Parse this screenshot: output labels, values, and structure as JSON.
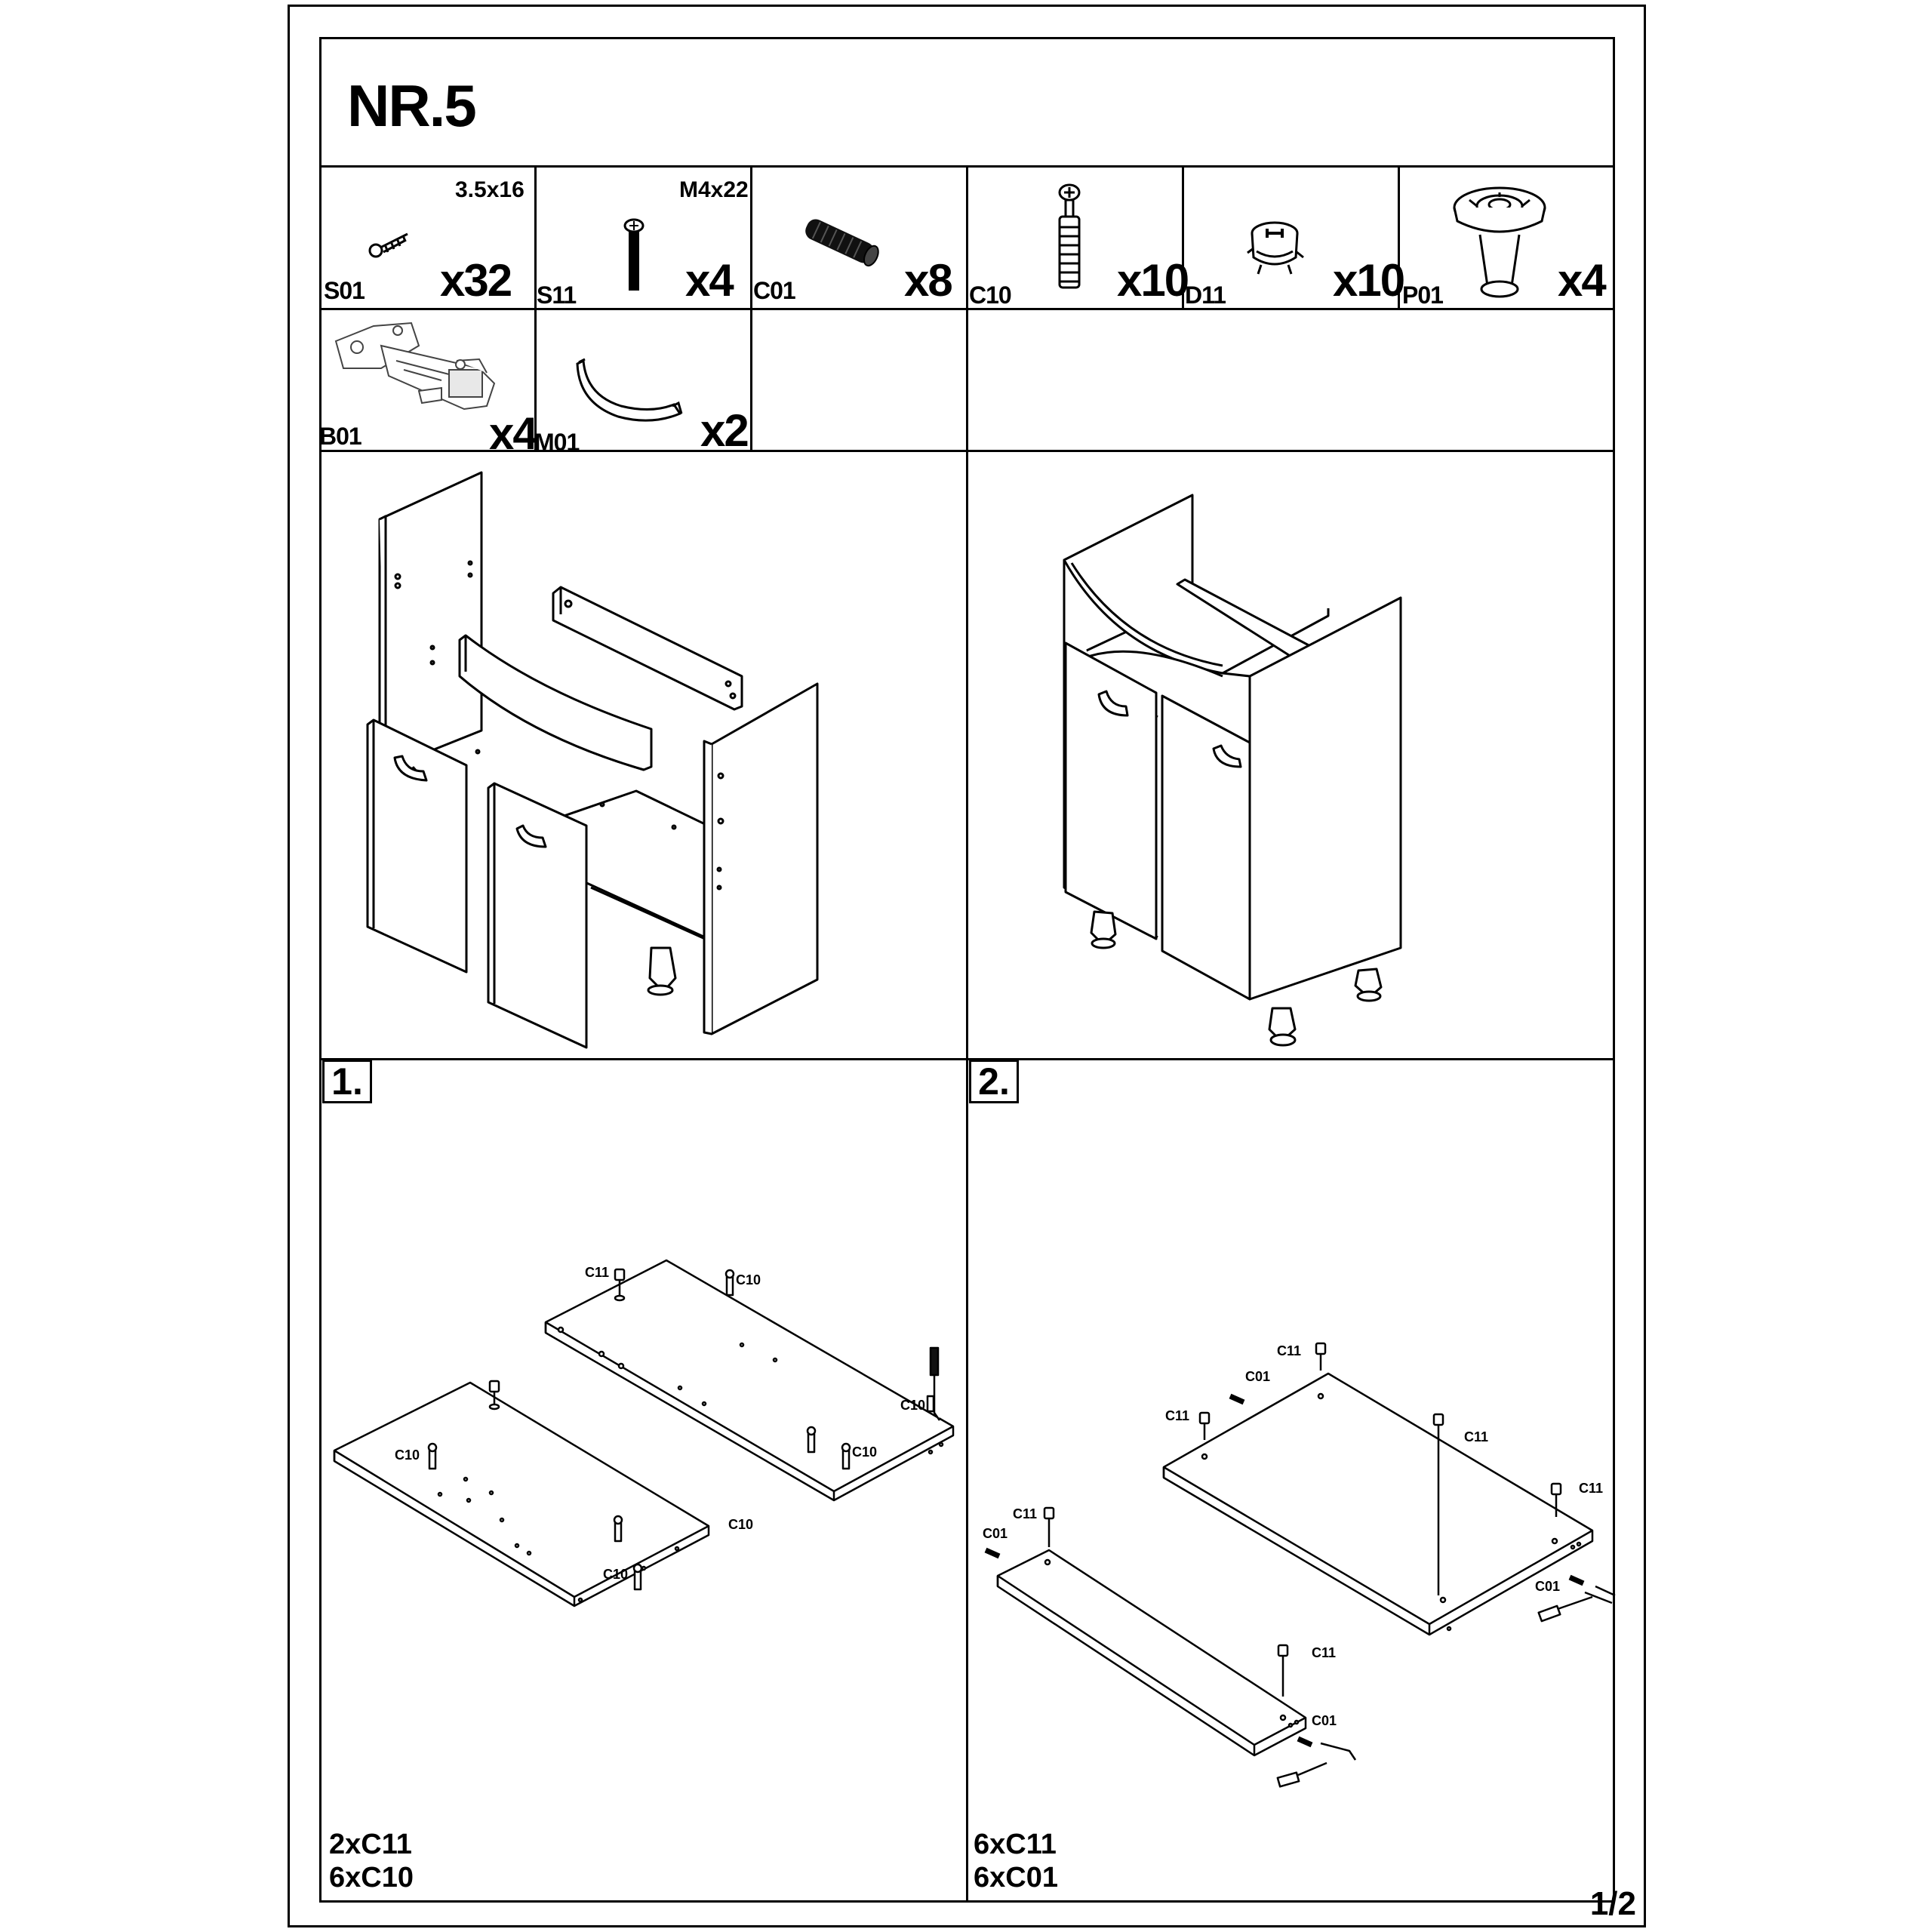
{
  "title": "NR.5",
  "parts": [
    {
      "code": "S01",
      "qty": "x32",
      "size": "3.5x16",
      "icon": "wood-screw-icon"
    },
    {
      "code": "S11",
      "qty": "x4",
      "size": "M4x22",
      "icon": "bolt-icon"
    },
    {
      "code": "C01",
      "qty": "x8",
      "size": "",
      "icon": "dowel-icon"
    },
    {
      "code": "C10",
      "qty": "x10",
      "size": "",
      "icon": "cam-bolt-icon"
    },
    {
      "code": "D11",
      "qty": "x10",
      "size": "",
      "icon": "cam-lock-icon"
    },
    {
      "code": "P01",
      "qty": "x4",
      "size": "",
      "icon": "leg-icon"
    },
    {
      "code": "B01",
      "qty": "x4",
      "size": "",
      "icon": "hinge-icon"
    },
    {
      "code": "M01",
      "qty": "x2",
      "size": "",
      "icon": "handle-icon"
    }
  ],
  "steps": [
    {
      "number": "1.",
      "bom": [
        "2xC11",
        "6xC10"
      ],
      "labels": {
        "c11_a": "C11",
        "c10_a": "C10",
        "c10_b": "C10",
        "c10_c": "C10",
        "c10_d": "C10",
        "c10_e": "C10",
        "c10_f": "C10"
      }
    },
    {
      "number": "2.",
      "bom": [
        "6xC11",
        "6xC01"
      ],
      "labels": {
        "c11_a": "C11",
        "c01_a": "C01",
        "c11_b": "C11",
        "c11_c": "C11",
        "c11_d": "C11",
        "c11_e": "C11",
        "c01_b": "C01",
        "c11_f": "C11",
        "c01_c": "C01",
        "c01_d": "C01"
      }
    }
  ],
  "page": "1/2"
}
